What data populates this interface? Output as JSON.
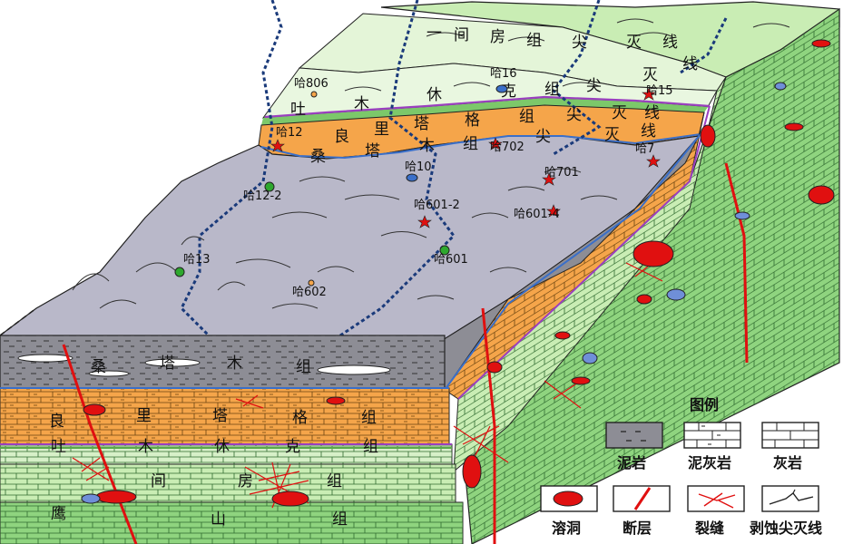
{
  "formations": {
    "sangtamu": {
      "name": "桑塔木组",
      "chars": [
        "桑",
        "塔",
        "木",
        "组"
      ],
      "color": "#b9b8c9"
    },
    "lianglitage": {
      "name": "良里塔格组",
      "chars": [
        "良",
        "里",
        "塔",
        "格",
        "组"
      ],
      "color": "#f5a54a"
    },
    "tumuxiuke": {
      "name": "吐木休克组",
      "chars": [
        "吐",
        "木",
        "休",
        "克",
        "组"
      ],
      "color": "#d7f0c8"
    },
    "yijianfang": {
      "name": "一间房组",
      "chars": [
        "一",
        "间",
        "房",
        "组"
      ],
      "color": "#c9edb4"
    },
    "yingshan": {
      "name": "鹰山组",
      "chars": [
        "鹰",
        "山",
        "组"
      ],
      "color": "#8fd47f"
    }
  },
  "pinchout_lines": {
    "yijianfang": [
      "一",
      "间",
      "房",
      "组",
      "尖",
      "灭",
      "线"
    ],
    "tumuxiuke": [
      "吐",
      "木",
      "休",
      "克",
      "组",
      "尖",
      "灭",
      "线"
    ],
    "lianglitage": [
      "良",
      "里",
      "塔",
      "格",
      "组",
      "尖",
      "灭",
      "线"
    ],
    "sangtamu": [
      "桑",
      "塔",
      "木",
      "组",
      "尖",
      "灭",
      "线"
    ]
  },
  "wells": [
    {
      "id": "w806",
      "name": "哈806",
      "symbol": "dot-orange"
    },
    {
      "id": "w16",
      "name": "哈16",
      "symbol": "blue-oval"
    },
    {
      "id": "w15",
      "name": "哈15",
      "symbol": "star"
    },
    {
      "id": "w12",
      "name": "哈12",
      "symbol": "star"
    },
    {
      "id": "w702",
      "name": "哈702",
      "symbol": "star"
    },
    {
      "id": "w7",
      "name": "哈7",
      "symbol": "star"
    },
    {
      "id": "w10",
      "name": "哈10",
      "symbol": "blue-oval"
    },
    {
      "id": "w701",
      "name": "哈701",
      "symbol": "star"
    },
    {
      "id": "w12_2",
      "name": "哈12-2",
      "symbol": "green-dot"
    },
    {
      "id": "w601_2",
      "name": "哈601-2",
      "symbol": "star"
    },
    {
      "id": "w601_4",
      "name": "哈601-4",
      "symbol": "star"
    },
    {
      "id": "w13",
      "name": "哈13",
      "symbol": "green-dot"
    },
    {
      "id": "w601",
      "name": "哈601",
      "symbol": "green-dot"
    },
    {
      "id": "w602",
      "name": "哈602",
      "symbol": "dot-orange"
    }
  ],
  "legend": {
    "title": "图例",
    "items": [
      {
        "key": "mudstone",
        "label": "泥岩"
      },
      {
        "key": "marl",
        "label": "泥灰岩"
      },
      {
        "key": "limestone",
        "label": "灰岩"
      },
      {
        "key": "cave",
        "label": "溶洞"
      },
      {
        "key": "fault",
        "label": "断层"
      },
      {
        "key": "fracture",
        "label": "裂缝"
      },
      {
        "key": "pinchout",
        "label": "剥蚀尖灭线"
      }
    ]
  },
  "colors": {
    "gray": "#b9b8c9",
    "darkgray": "#8d8d95",
    "orange": "#f5a54a",
    "lightgreen": "#d7f0c8",
    "green": "#c9edb4",
    "deepgreen": "#8fd47f",
    "red": "#e01010",
    "blue": "#3a6fc9",
    "purple": "#9a3fbf",
    "cave_blue": "#6f8fd8"
  }
}
